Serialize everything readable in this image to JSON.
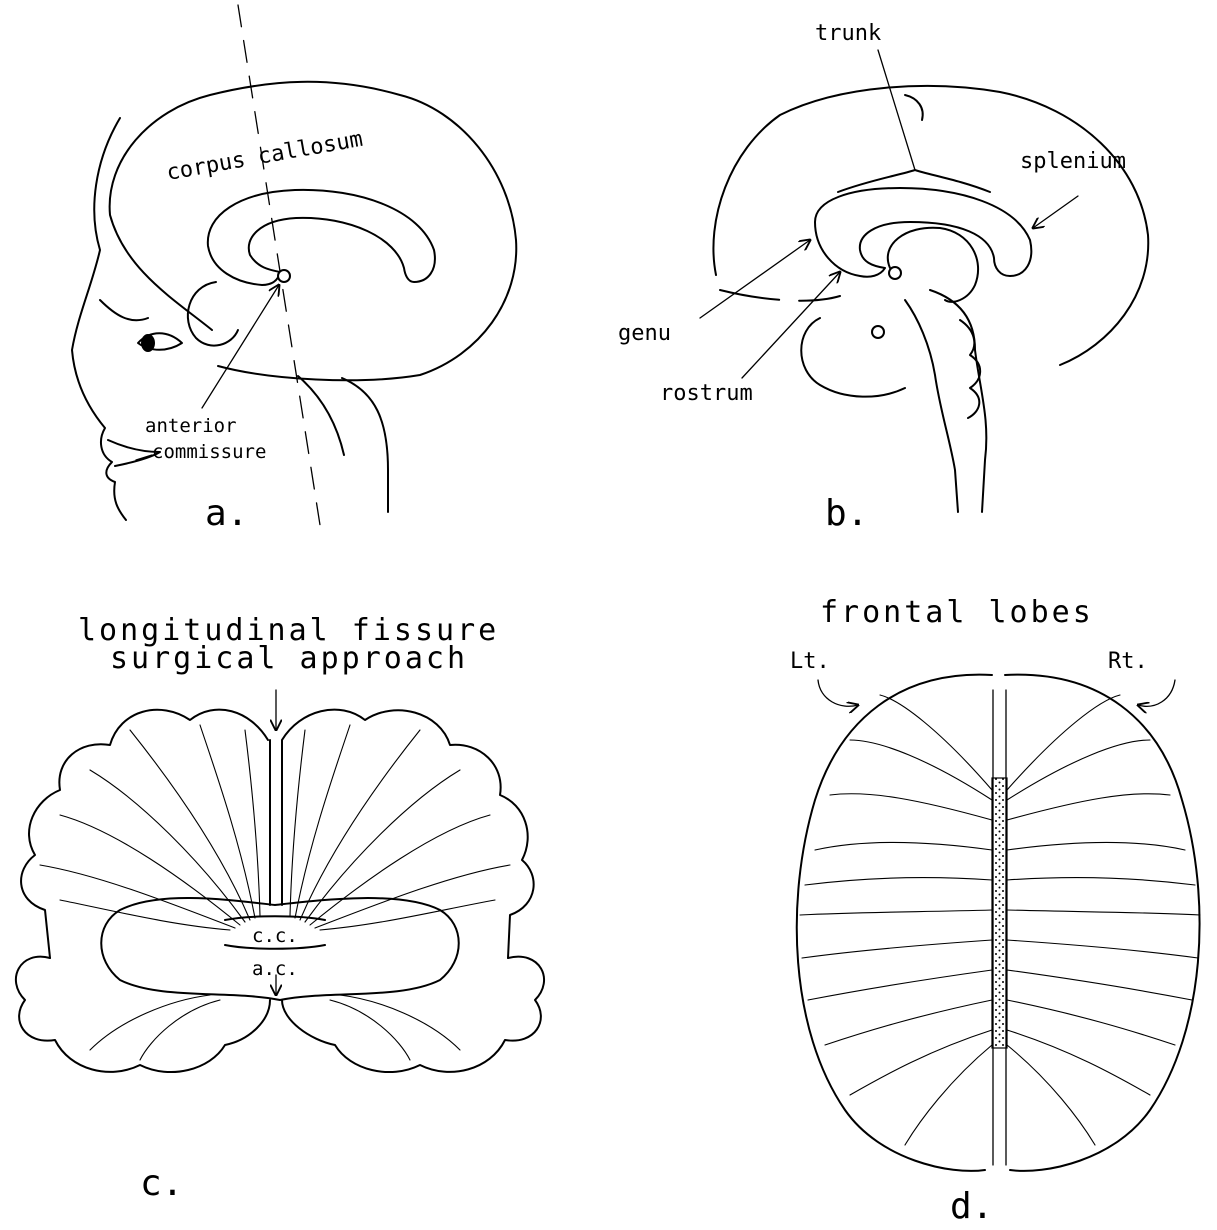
{
  "panel_a": {
    "label_corpus_callosum": "corpus callosum",
    "label_anterior": "anterior",
    "label_commissure": "commissure",
    "caption": "a."
  },
  "panel_b": {
    "label_trunk": "trunk",
    "label_splenium": "splenium",
    "label_genu": "genu",
    "label_rostrum": "rostrum",
    "caption": "b."
  },
  "panel_c": {
    "title_line1": "longitudinal fissure",
    "title_line2": "surgical approach",
    "label_cc": "c.c.",
    "label_ac": "a.c.",
    "caption": "c."
  },
  "panel_d": {
    "title": "frontal lobes",
    "label_left": "Lt.",
    "label_right": "Rt.",
    "caption": "d."
  }
}
